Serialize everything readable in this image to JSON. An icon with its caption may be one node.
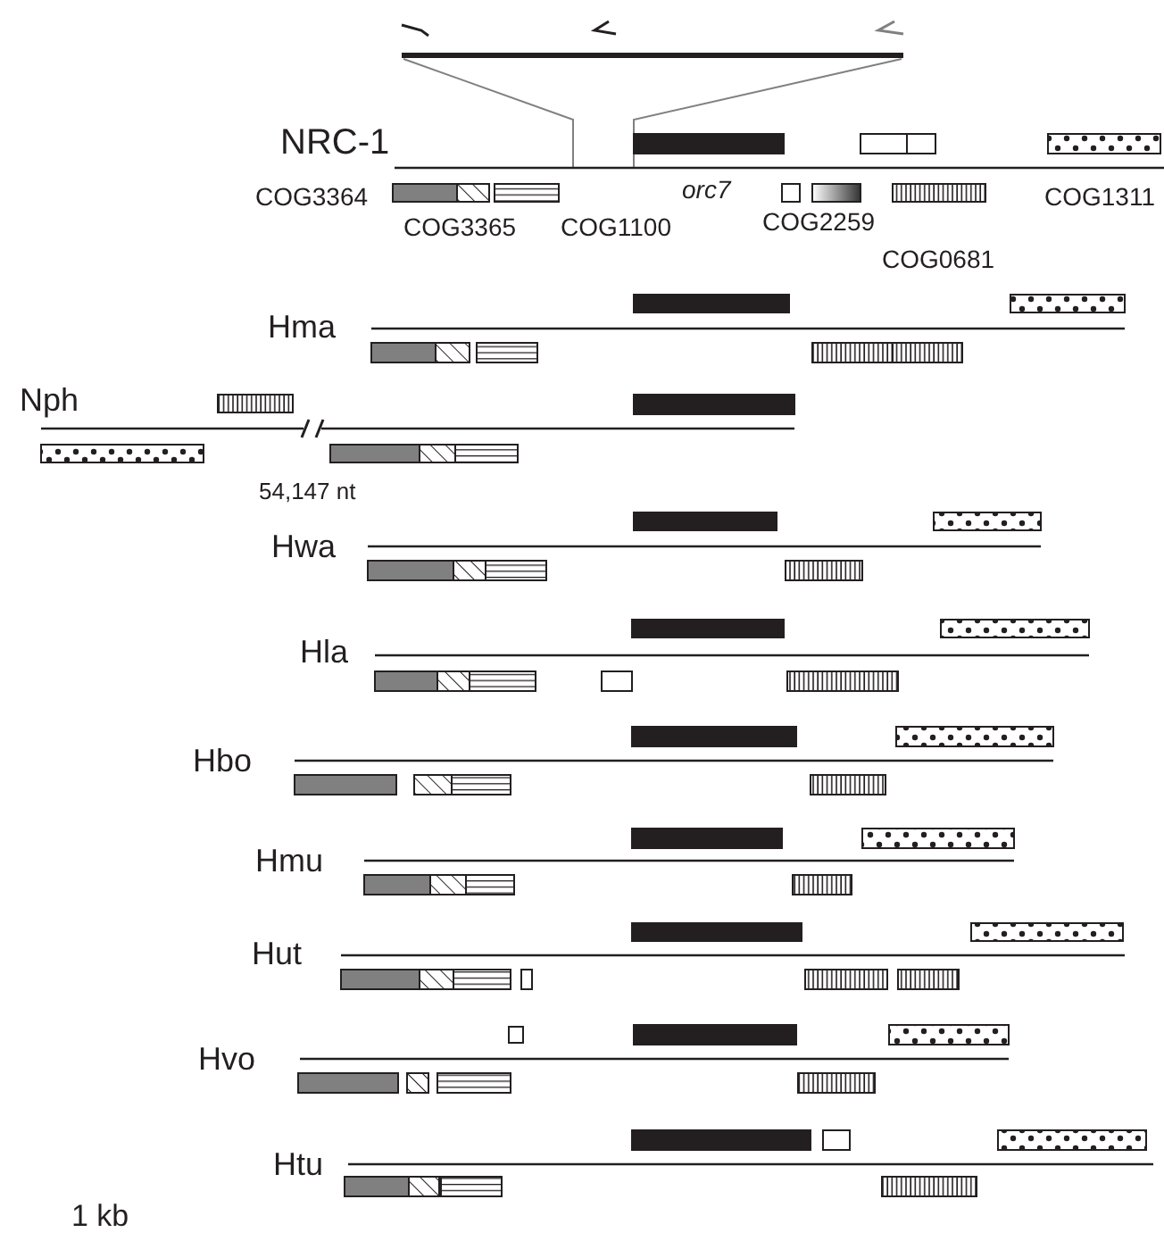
{
  "diagram": {
    "labels": [
      "NRC-1",
      "COG3364",
      "orc7",
      "COG1311",
      "COG3365",
      "COG1100",
      "COG2259",
      "COG0681",
      "Hma",
      "Nph",
      "54,147 nt",
      "Hwa",
      "Hla",
      "Hbo",
      "Hmu",
      "Hut",
      "Hvo",
      "Htu",
      "1 kb"
    ]
  }
}
